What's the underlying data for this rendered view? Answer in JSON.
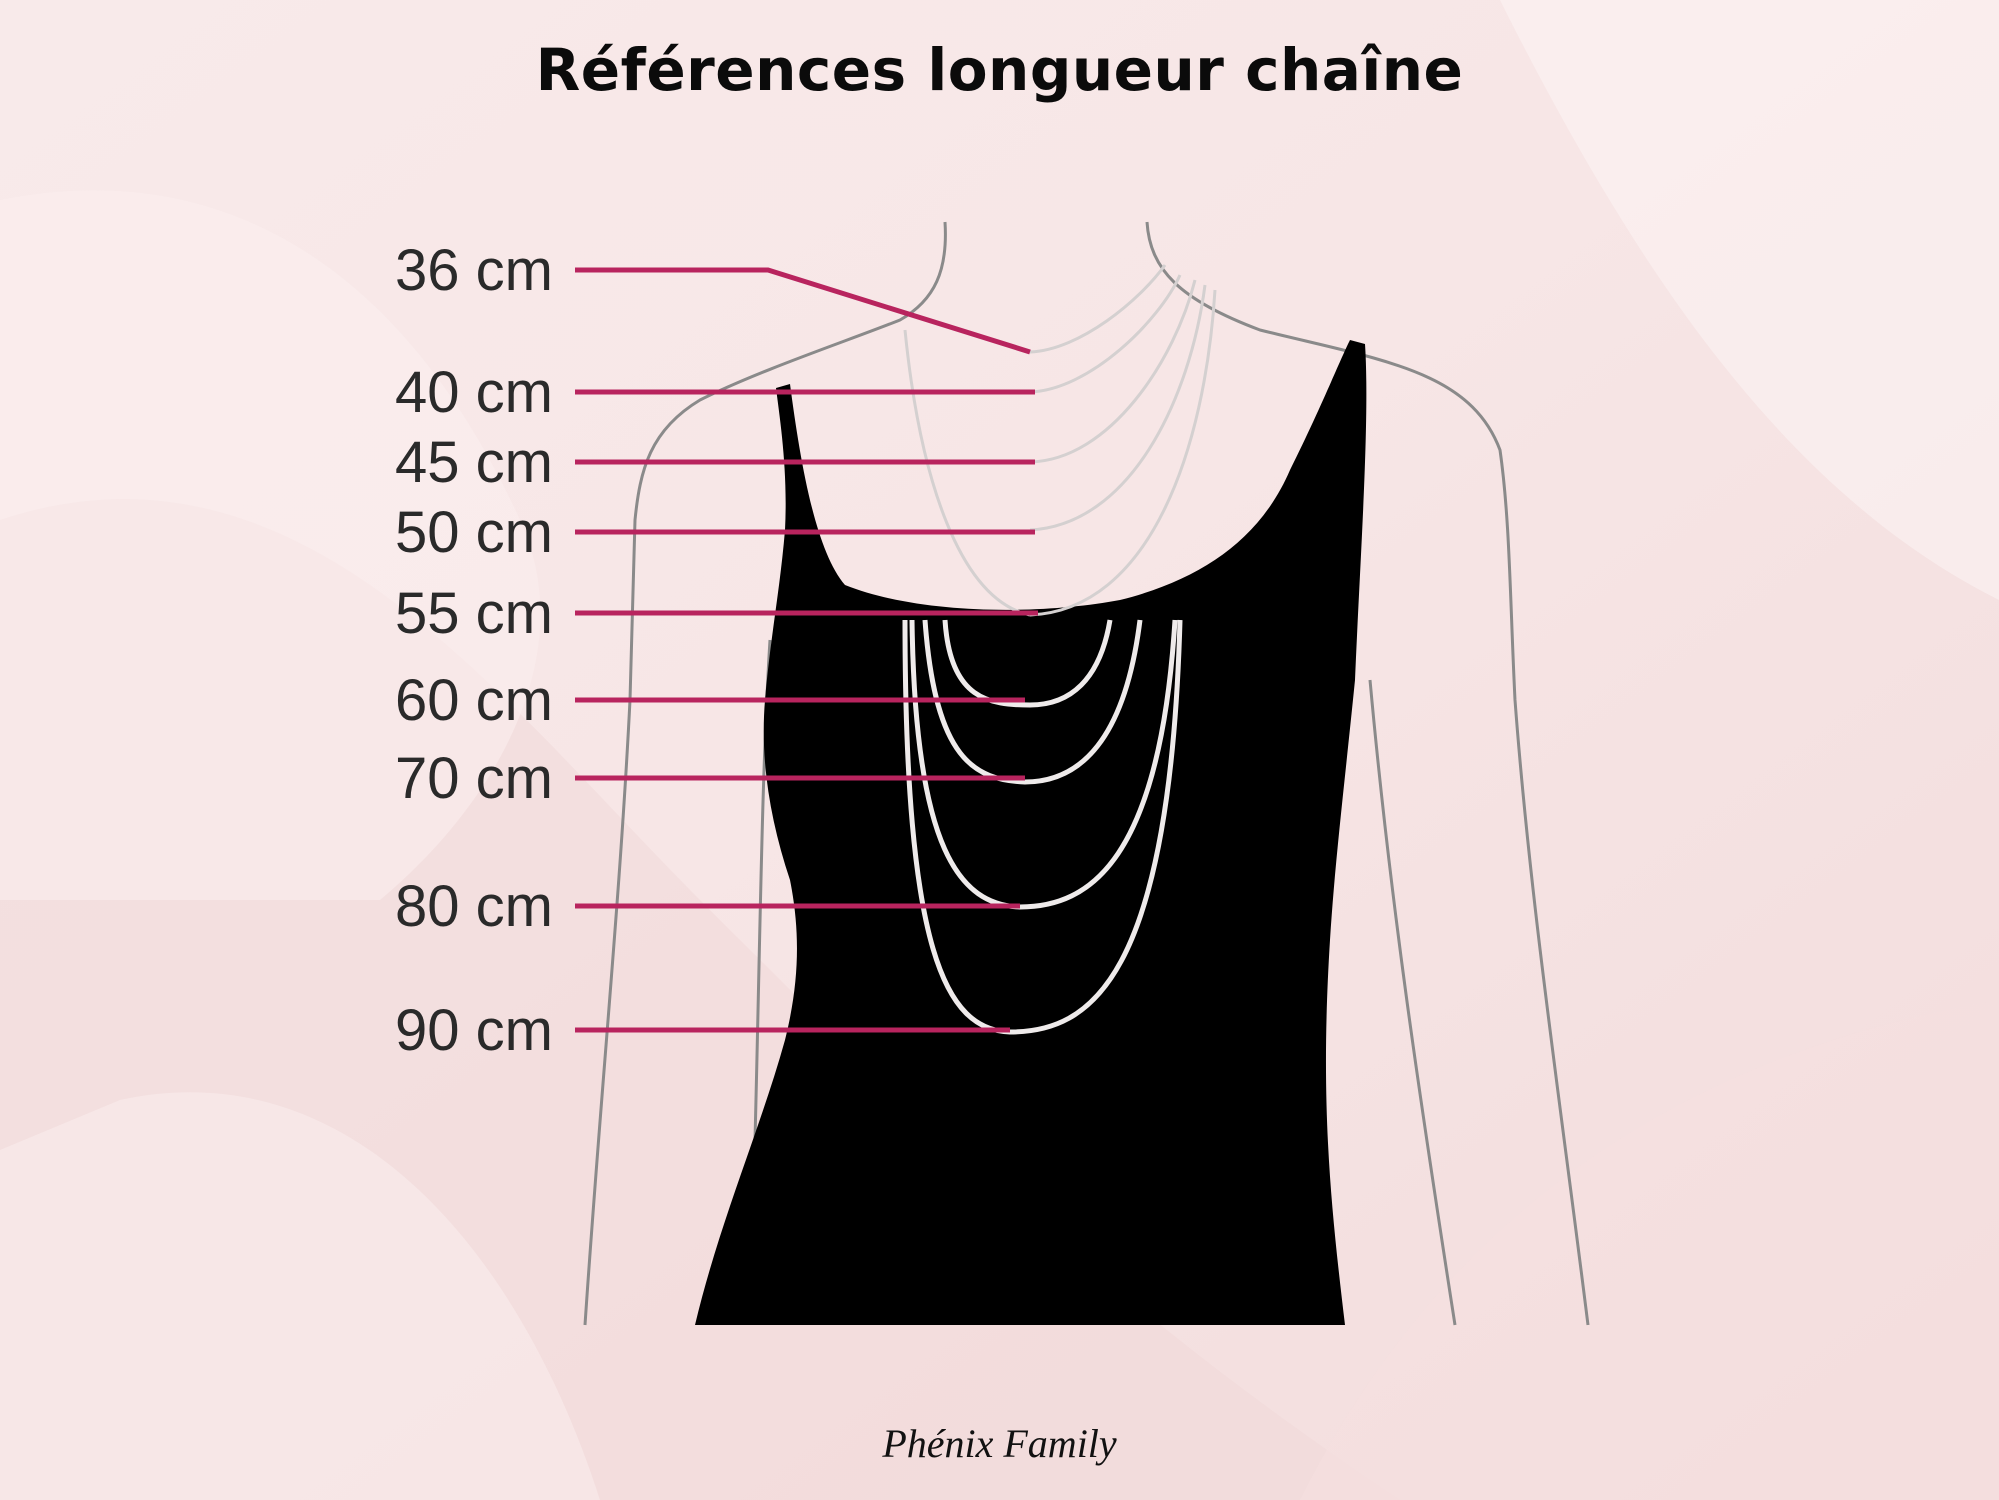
{
  "title": "Références longueur chaîne",
  "brand": "Phénix Family",
  "colors": {
    "background": "#f6e4e4",
    "marker_line": "#b8245e",
    "tank_top": "#000000",
    "outline": "#7a7a7a",
    "chain": "#f2eeee"
  },
  "lengths": [
    {
      "label": "36 cm",
      "cm": 36
    },
    {
      "label": "40 cm",
      "cm": 40
    },
    {
      "label": "45 cm",
      "cm": 45
    },
    {
      "label": "50 cm",
      "cm": 50
    },
    {
      "label": "55 cm",
      "cm": 55
    },
    {
      "label": "60 cm",
      "cm": 60
    },
    {
      "label": "70 cm",
      "cm": 70
    },
    {
      "label": "80 cm",
      "cm": 80
    },
    {
      "label": "90 cm",
      "cm": 90
    }
  ]
}
